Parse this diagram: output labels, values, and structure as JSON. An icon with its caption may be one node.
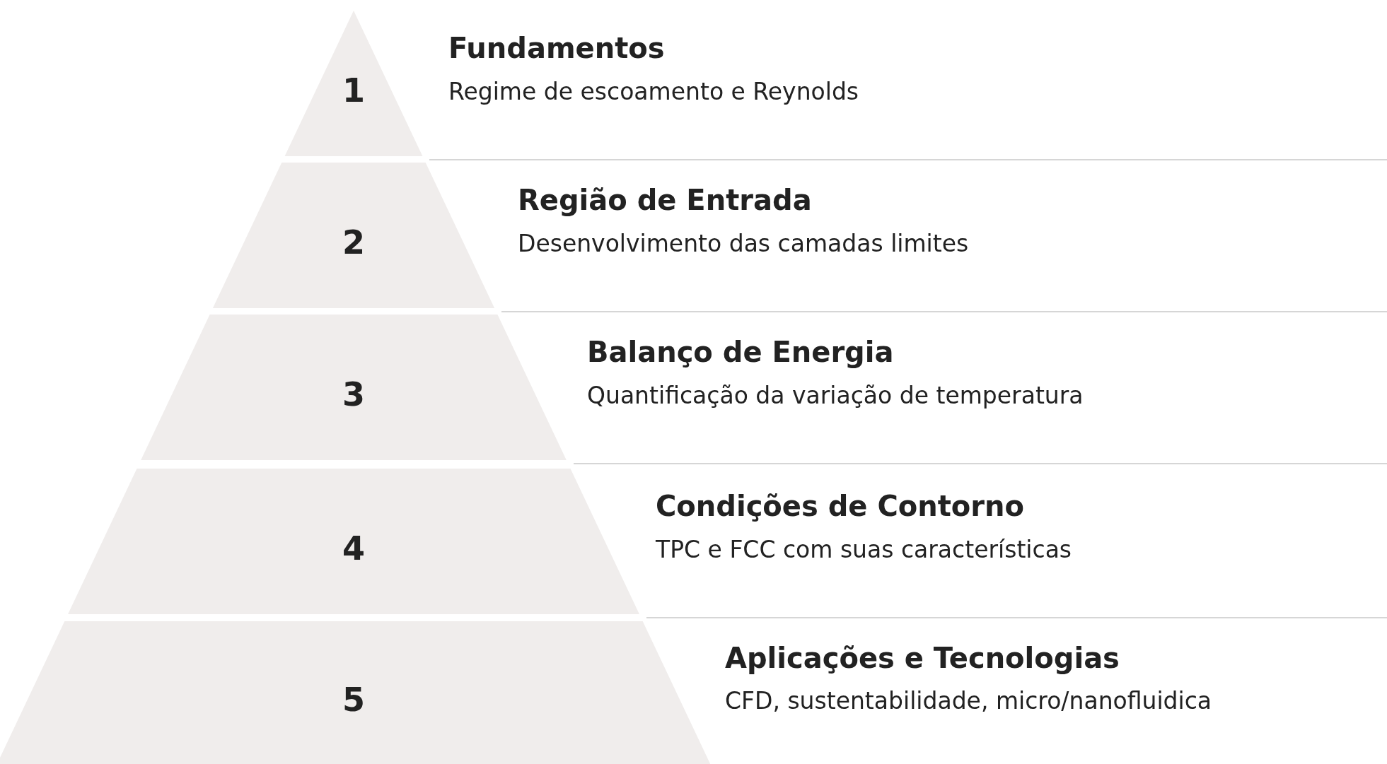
{
  "diagram": {
    "nodes": [
      {
        "text": [
          "1",
          "Fundamentos",
          "Regime de escoamento e Reynolds"
        ]
      },
      {
        "text": [
          "2",
          "Região de Entrada",
          "Desenvolvimento das camadas limites"
        ]
      },
      {
        "text": [
          "3",
          "Balanço de Energia",
          "Quantificação da variação de temperatura"
        ]
      },
      {
        "text": [
          "4",
          "Condições de Contorno",
          "TPC e FCC com suas características"
        ]
      },
      {
        "text": [
          "5",
          "Aplicações e Tecnologias",
          "CFD, sustentabilidade, micro/nanofluidica"
        ]
      }
    ]
  }
}
